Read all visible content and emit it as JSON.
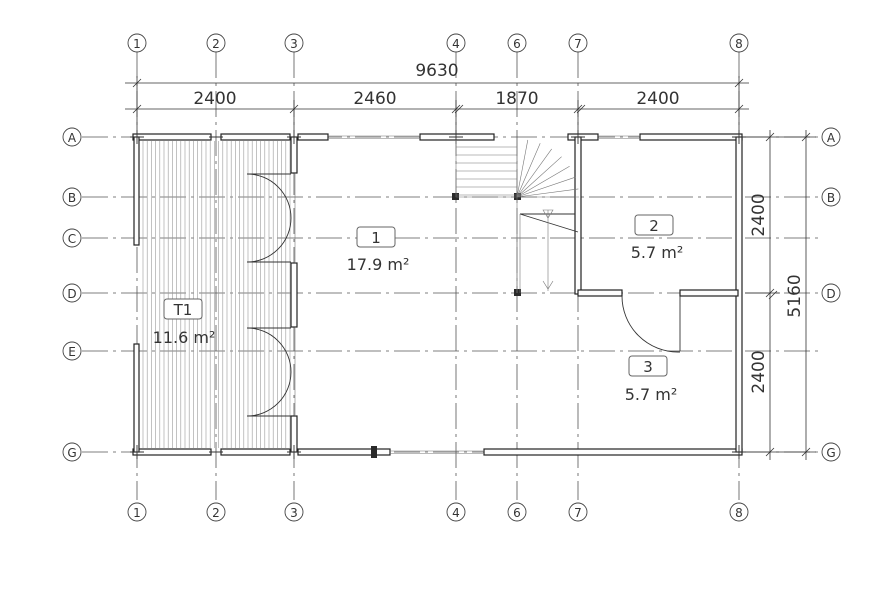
{
  "grid": {
    "columns": [
      "1",
      "2",
      "3",
      "4",
      "6",
      "7",
      "8"
    ],
    "rows": [
      "A",
      "B",
      "C",
      "D",
      "E",
      "G"
    ]
  },
  "dimensions": {
    "overall_width": "9630",
    "spans": [
      "2400",
      "2460",
      "1870",
      "2400"
    ],
    "overall_depth": "5160",
    "depth_spans": [
      "2400",
      "2400"
    ]
  },
  "rooms": [
    {
      "id": "1",
      "area": "17.9 m²"
    },
    {
      "id": "2",
      "area": "5.7 m²"
    },
    {
      "id": "3",
      "area": "5.7 m²"
    },
    {
      "id": "T1",
      "area": "11.6 m²"
    }
  ],
  "colors": {
    "line": "#222222",
    "grid": "#555555",
    "deck": "#9a9a9a"
  }
}
